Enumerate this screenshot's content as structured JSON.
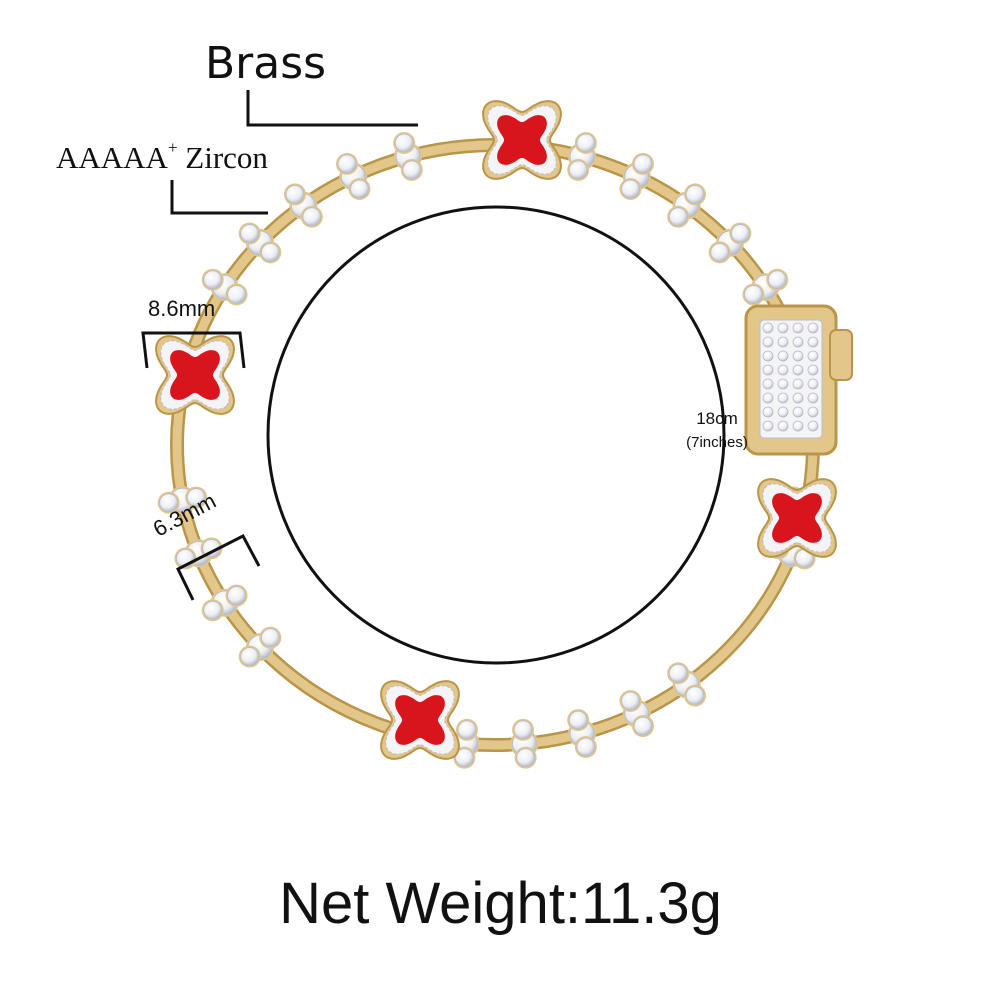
{
  "labels": {
    "material": "Brass",
    "stone_main": "AAAAA",
    "stone_sup": "+",
    "stone_name": " Zircon",
    "clover_width": "8.6mm",
    "link_width": "6.3mm",
    "length_cm": "18cm",
    "length_in": "(7inches)",
    "net_weight": "Net Weight:11.3g"
  },
  "colors": {
    "gold": "#e3c78a",
    "gold_dark": "#b89548",
    "zircon": "#f4f4f7",
    "zircon_edge": "#b9bcc6",
    "enamel": "#d8141c",
    "line": "#111111"
  }
}
